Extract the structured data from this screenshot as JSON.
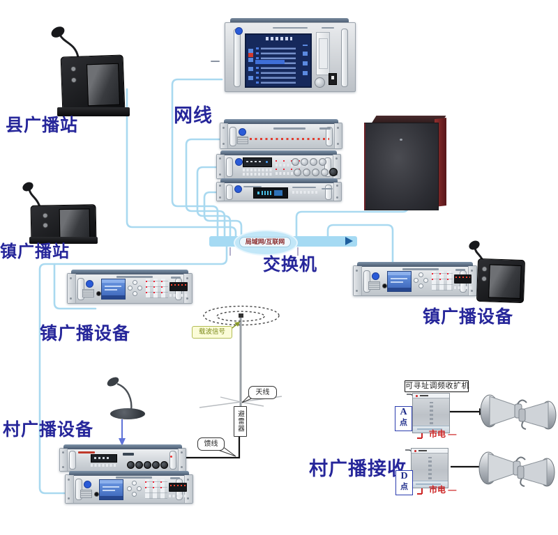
{
  "labels": {
    "county_station": "县广播站",
    "network_cable": "网线",
    "town_station": "镇广播站",
    "town_equipment_left": "镇广播设备",
    "town_equipment_right": "镇广播设备",
    "switch": "交换机",
    "lan_internet": "局域网/互联网",
    "village_equipment": "村广播设备",
    "village_reception": "村广播接收"
  },
  "callouts": {
    "carrier_signal": "载波信号",
    "antenna": "天线",
    "lightning_arrester": "避雷器",
    "feeder": "馈线"
  },
  "reception": {
    "title": "可寻址调频收扩机",
    "units": [
      {
        "point_letter": "A",
        "point_word": "点",
        "mains_label": "市电",
        "mains_dash": "—"
      },
      {
        "point_letter": "D",
        "point_word": "点",
        "mains_label": "市电",
        "mains_dash": "—"
      }
    ]
  },
  "colors": {
    "wire_blue": "#a9d9f0",
    "bar_blue": "#a5daf3",
    "label_blue": "#26269a",
    "cloud_text_red": "#8b2b2b",
    "mains_red": "#cc2222"
  }
}
